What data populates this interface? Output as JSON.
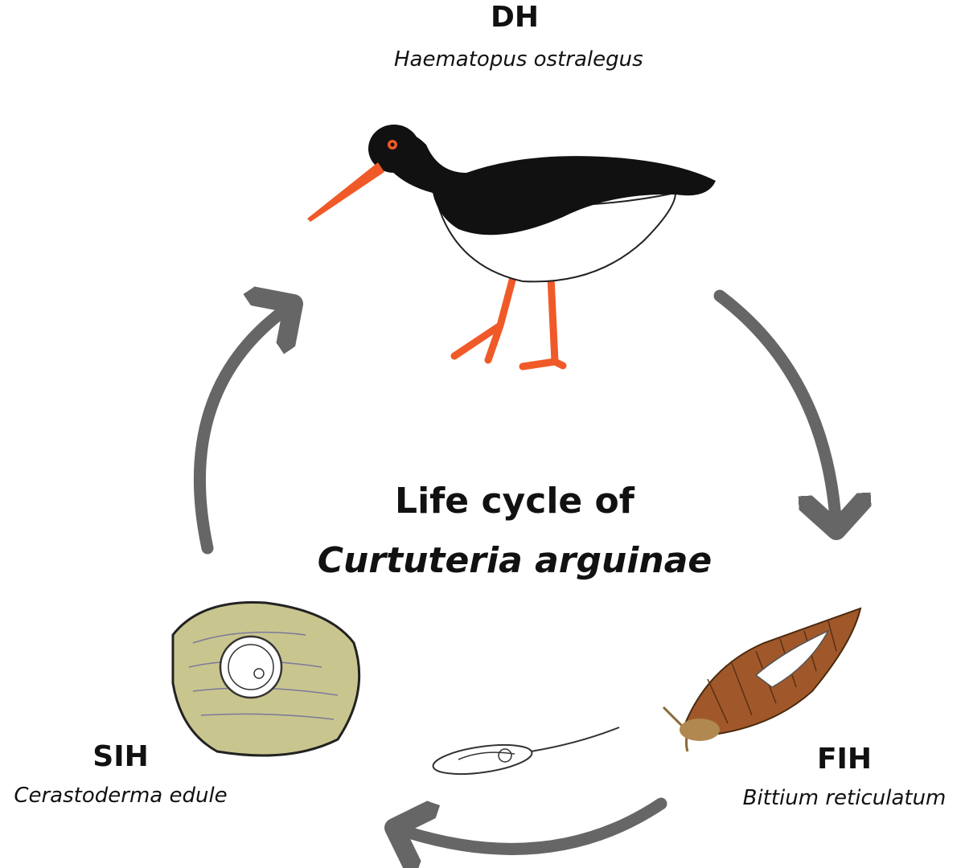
{
  "title": {
    "line1": "Life cycle of",
    "line2": "Curtuteria arguinae"
  },
  "hosts": [
    {
      "code": "DH",
      "species": "Haematopus ostralegus",
      "organism": "oystercatcher"
    },
    {
      "code": "FIH",
      "species": "Bittium reticulatum",
      "organism": "snail"
    },
    {
      "code": "SIH",
      "species": "Cerastoderma edule",
      "organism": "cockle"
    }
  ],
  "colors": {
    "arrow": "#666666",
    "beak_legs": "#f05a28",
    "plumage_black": "#111111",
    "snail_shell": "#a0582a",
    "cockle_shell": "#c9c58f"
  }
}
